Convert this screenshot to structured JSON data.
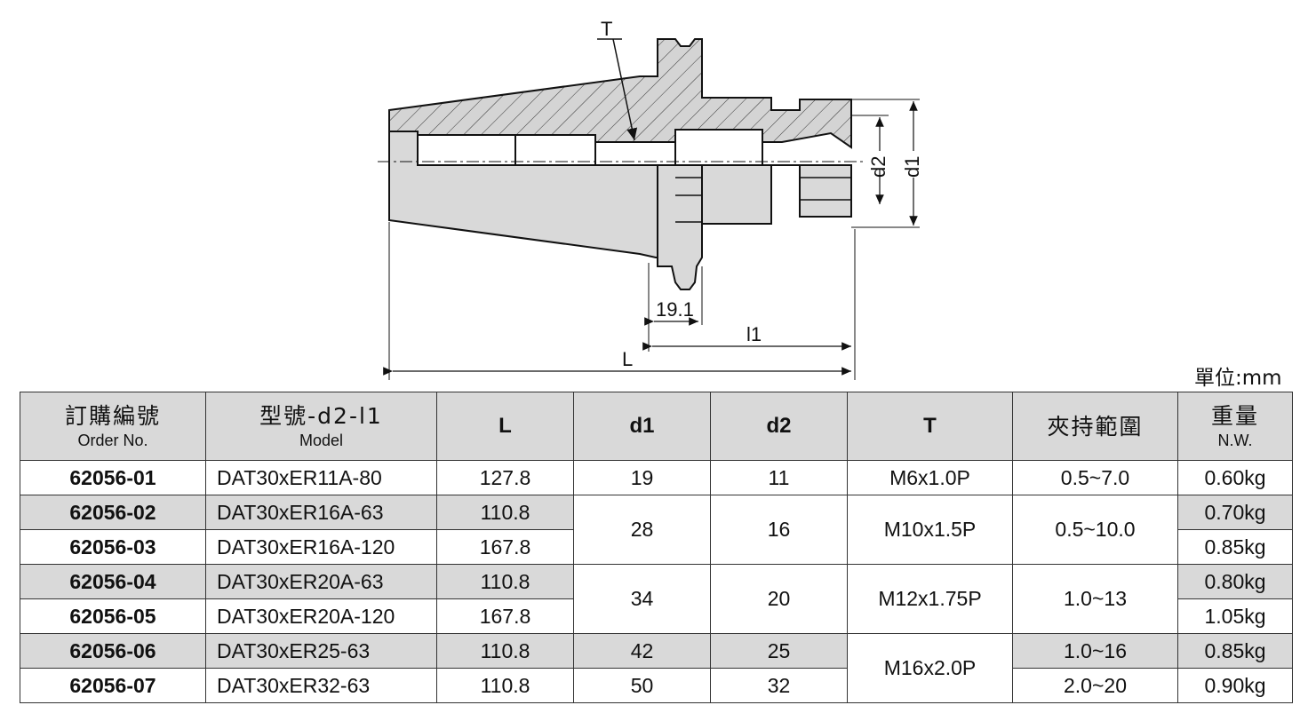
{
  "drawing": {
    "label_T": "T",
    "label_d2": "d2",
    "label_d1": "d1",
    "label_19_1": "19.1",
    "label_l1": "l1",
    "label_L": "L"
  },
  "unit": "單位:mm",
  "table": {
    "headers": [
      {
        "zh": "訂購編號",
        "en": "Order No."
      },
      {
        "zh": "型號-d2-l1",
        "en": "Model"
      },
      {
        "zh": "L",
        "en": ""
      },
      {
        "zh": "d1",
        "en": ""
      },
      {
        "zh": "d2",
        "en": ""
      },
      {
        "zh": "T",
        "en": ""
      },
      {
        "zh": "夾持範圍",
        "en": ""
      },
      {
        "zh": "重量",
        "en": "N.W."
      }
    ],
    "rows": [
      {
        "order": "62056-01",
        "model": "DAT30xER11A-80",
        "L": "127.8",
        "d1": "19",
        "d2": "11",
        "T": "M6x1.0P",
        "range": "0.5~7.0",
        "nw": "0.60kg"
      },
      {
        "order": "62056-02",
        "model": "DAT30xER16A-63",
        "L": "110.8",
        "d1": "28",
        "d2": "16",
        "T": "M10x1.5P",
        "range": "0.5~10.0",
        "nw": "0.70kg"
      },
      {
        "order": "62056-03",
        "model": "DAT30xER16A-120",
        "L": "167.8",
        "nw": "0.85kg"
      },
      {
        "order": "62056-04",
        "model": "DAT30xER20A-63",
        "L": "110.8",
        "d1": "34",
        "d2": "20",
        "T": "M12x1.75P",
        "range": "1.0~13",
        "nw": "0.80kg"
      },
      {
        "order": "62056-05",
        "model": "DAT30xER20A-120",
        "L": "167.8",
        "nw": "1.05kg"
      },
      {
        "order": "62056-06",
        "model": "DAT30xER25-63",
        "L": "110.8",
        "d1": "42",
        "d2": "25",
        "T": "M16x2.0P",
        "range": "1.0~16",
        "nw": "0.85kg"
      },
      {
        "order": "62056-07",
        "model": "DAT30xER32-63",
        "L": "110.8",
        "d1": "50",
        "d2": "32",
        "range": "2.0~20",
        "nw": "0.90kg"
      }
    ]
  }
}
